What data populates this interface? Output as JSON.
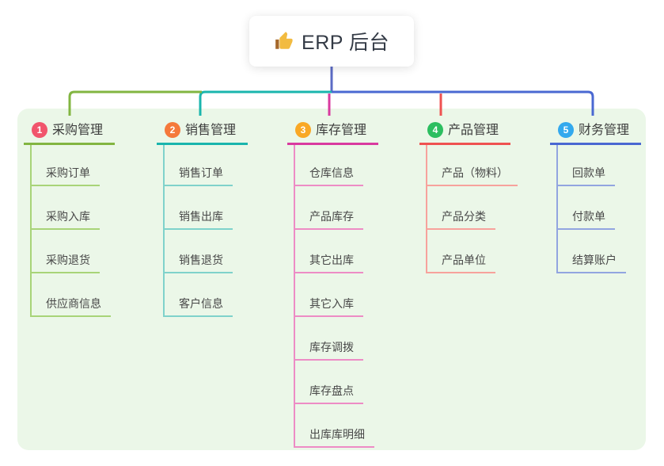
{
  "root": {
    "icon": "thumbs-up",
    "label": "ERP 后台"
  },
  "colors": {
    "root_line": "#5b6bc5",
    "panel_bg": "#ebf7e8",
    "root_text": "#333a45",
    "thumb_yellow": "#f2bb40",
    "thumb_sleeve": "#a5682a"
  },
  "branches": [
    {
      "num": "1",
      "title": "采购管理",
      "badge_color": "#f1556c",
      "line_color": "#82b541",
      "child_line_color": "#a8d478",
      "children": [
        "采购订单",
        "采购入库",
        "采购退货",
        "供应商信息"
      ]
    },
    {
      "num": "2",
      "title": "销售管理",
      "badge_color": "#f5793b",
      "line_color": "#1ab5ad",
      "child_line_color": "#7fd2cb",
      "children": [
        "销售订单",
        "销售出库",
        "销售退货",
        "客户信息"
      ]
    },
    {
      "num": "3",
      "title": "库存管理",
      "badge_color": "#f9a825",
      "line_color": "#d93a9f",
      "child_line_color": "#ed8cc5",
      "children": [
        "仓库信息",
        "产品库存",
        "其它出库",
        "其它入库",
        "库存调拨",
        "库存盘点",
        "出库库明细"
      ]
    },
    {
      "num": "4",
      "title": "产品管理",
      "badge_color": "#2cbe60",
      "line_color": "#ef5251",
      "child_line_color": "#f7a29c",
      "children": [
        "产品（物料）",
        "产品分类",
        "产品单位"
      ]
    },
    {
      "num": "5",
      "title": "财务管理",
      "badge_color": "#33a9ee",
      "line_color": "#4a68d2",
      "child_line_color": "#92a5e0",
      "children": [
        "回款单",
        "付款单",
        "结算账户"
      ]
    }
  ]
}
